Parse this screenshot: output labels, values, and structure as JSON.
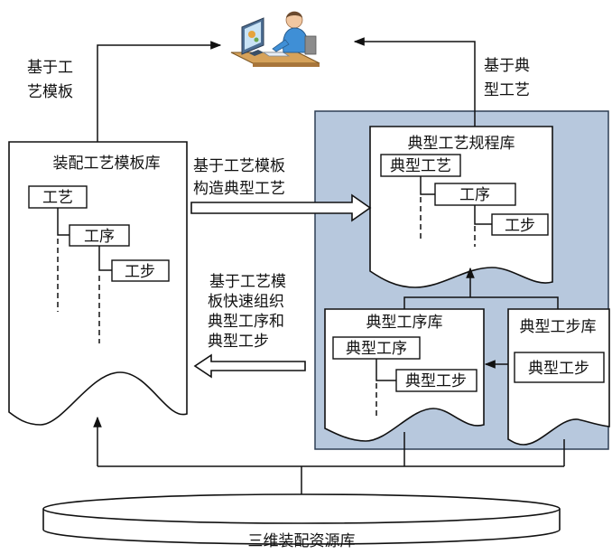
{
  "user_icon": "person-at-computer-icon",
  "colors": {
    "panel_fill": "#b7c8dd",
    "panel_stroke": "#2e3f55"
  },
  "labels": {
    "left_up": [
      "基于工",
      "艺模板"
    ],
    "right_up": [
      "基于典",
      "型工艺"
    ],
    "arrow_right": [
      "基于工艺模板",
      "构造典型工艺"
    ],
    "arrow_left": [
      "基于工艺模",
      "板快速组织",
      "典型工序和",
      "典型工步"
    ]
  },
  "template_lib": {
    "title": "装配工艺模板库",
    "items": [
      "工艺",
      "工序",
      "工步"
    ]
  },
  "process_lib": {
    "title": "典型工艺规程库",
    "items": [
      "典型工艺",
      "工序",
      "工步"
    ]
  },
  "op_lib": {
    "title": "典型工序库",
    "items": [
      "典型工序",
      "典型工步"
    ]
  },
  "step_lib": {
    "title": "典型工步库",
    "items": [
      "典型工步"
    ]
  },
  "resource_lib": {
    "title": "三维装配资源库"
  }
}
